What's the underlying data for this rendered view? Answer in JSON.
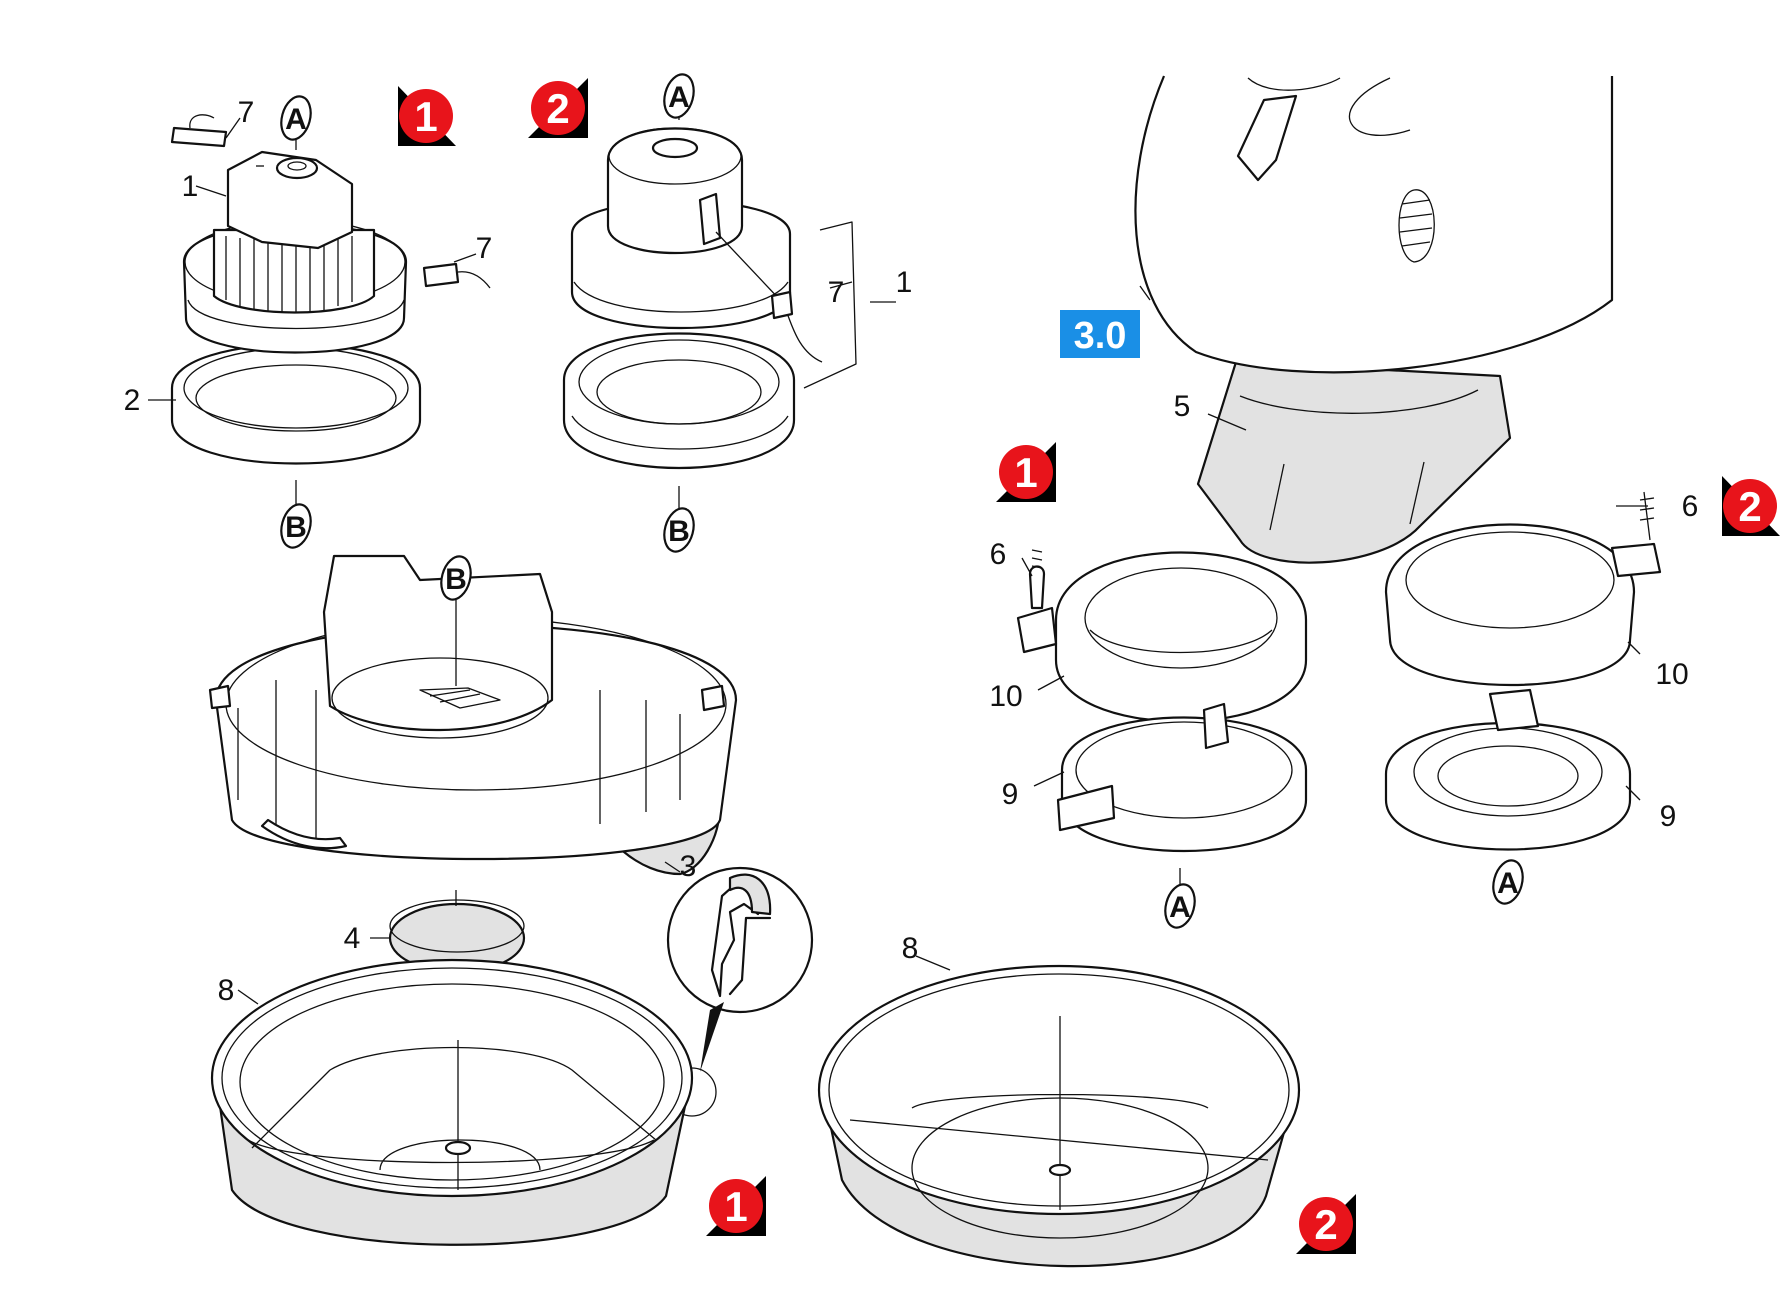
{
  "diagram": {
    "version_badge": "3.0",
    "variant_markers": [
      "1",
      "2"
    ],
    "part_numbers": {
      "p1": "1",
      "p2": "2",
      "p3": "3",
      "p4": "4",
      "p5": "5",
      "p6": "6",
      "p7": "7",
      "p8": "8",
      "p9": "9",
      "p10": "10"
    },
    "connection_letters": {
      "a": "A",
      "b": "B"
    }
  },
  "colors": {
    "marker_red": "#e8141b",
    "marker_shadow": "#000000",
    "version_blue": "#1a8fe6",
    "part_shading": "#e2e2e2"
  }
}
